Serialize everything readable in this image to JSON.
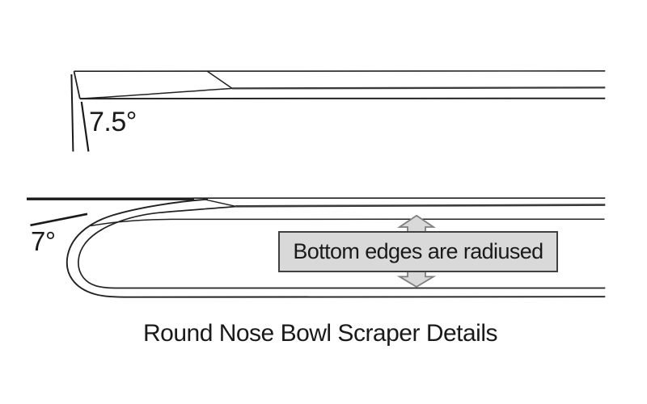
{
  "title": "Round Nose Bowl Scraper Details",
  "side_view": {
    "angle_label": "7.5°"
  },
  "profile_view": {
    "angle_label": "7°",
    "callout_label": "Bottom edges are radiused"
  },
  "colors": {
    "line": "#222222",
    "edge_dark": "#3a3a3a",
    "annotation_line": "#1a1a1a",
    "gray_fill": "#d9d9d9",
    "arrow_outline": "#7f7f7f",
    "box_border": "#404040",
    "text": "#1a1a1a",
    "background": "#ffffff"
  }
}
